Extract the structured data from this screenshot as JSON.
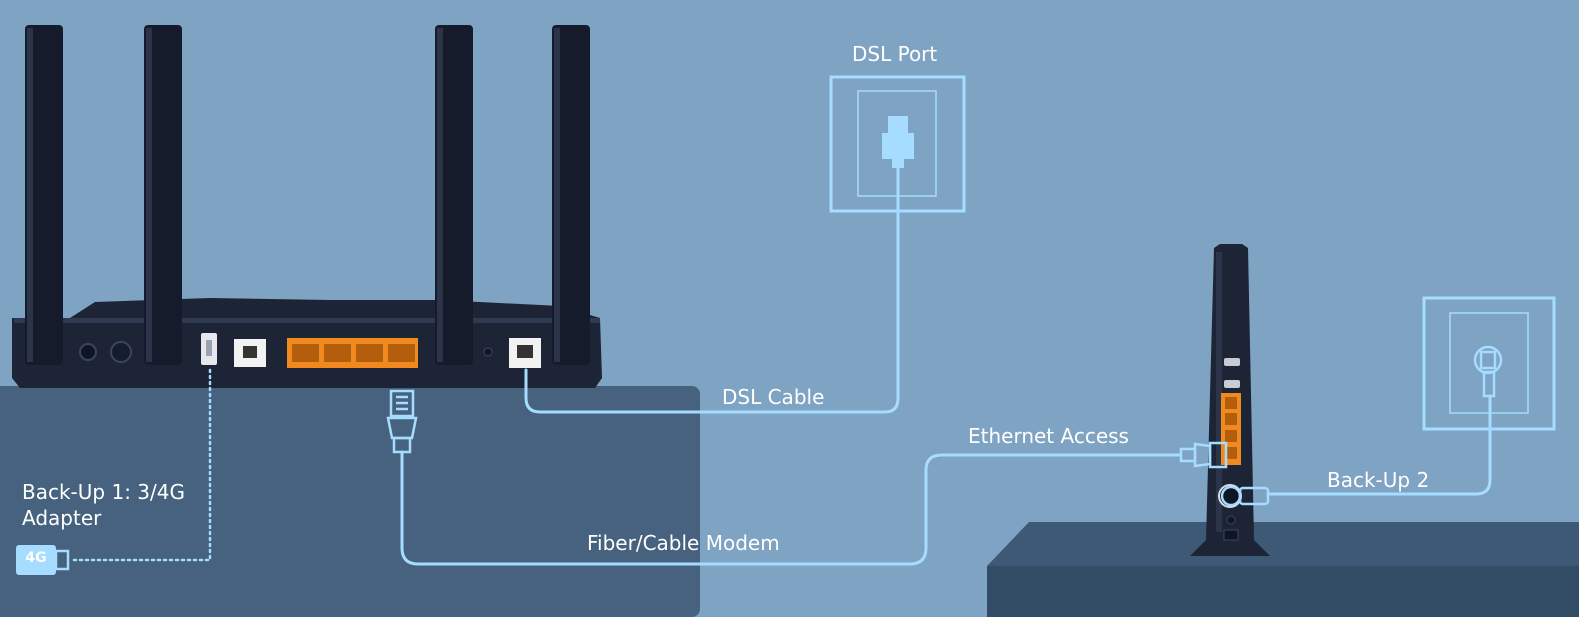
{
  "diagram": {
    "labels": {
      "dsl_port": "DSL Port",
      "dsl_cable": "DSL Cable",
      "ethernet_access": "Ethernet Access",
      "backup_2": "Back-Up 2",
      "fiber_cable_modem": "Fiber/Cable Modem",
      "backup_1": "Back-Up 1: 3/4G Adapter"
    },
    "adapter_badge": "4G",
    "colors": {
      "background": "#7fa3c2",
      "table": "#46627f",
      "cable": "#a6dcff",
      "router": "#1c2436",
      "lan_ports": "#f08a1e"
    }
  }
}
